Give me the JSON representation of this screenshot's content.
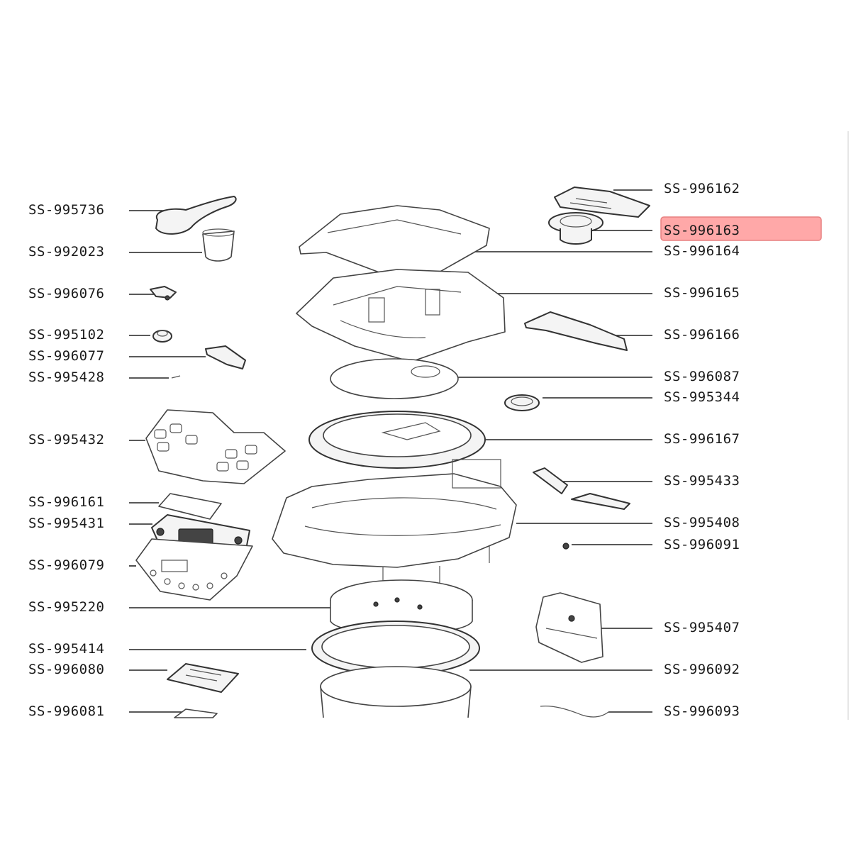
{
  "highlight_color": "#ff9a9a",
  "left_labels": [
    {
      "id": "l1",
      "code": "SS-995736"
    },
    {
      "id": "l2",
      "code": "SS-992023"
    },
    {
      "id": "l3",
      "code": "SS-996076"
    },
    {
      "id": "l4",
      "code": "SS-995102"
    },
    {
      "id": "l5",
      "code": "SS-996077"
    },
    {
      "id": "l6",
      "code": "SS-995428"
    },
    {
      "id": "l7",
      "code": "SS-995432"
    },
    {
      "id": "l8",
      "code": "SS-996161"
    },
    {
      "id": "l9",
      "code": "SS-995431"
    },
    {
      "id": "l10",
      "code": "SS-996079"
    },
    {
      "id": "l11",
      "code": "SS-995220"
    },
    {
      "id": "l12",
      "code": "SS-995414"
    },
    {
      "id": "l13",
      "code": "SS-996080"
    },
    {
      "id": "l14",
      "code": "SS-996081"
    }
  ],
  "right_labels": [
    {
      "id": "r1",
      "code": "SS-996162"
    },
    {
      "id": "r2",
      "code": "SS-996163",
      "highlighted": true
    },
    {
      "id": "r3",
      "code": "SS-996164"
    },
    {
      "id": "r4",
      "code": "SS-996165"
    },
    {
      "id": "r5",
      "code": "SS-996166"
    },
    {
      "id": "r6",
      "code": "SS-996087"
    },
    {
      "id": "r7",
      "code": "SS-995344"
    },
    {
      "id": "r8",
      "code": "SS-996167"
    },
    {
      "id": "r9",
      "code": "SS-995433"
    },
    {
      "id": "r10",
      "code": "SS-995408"
    },
    {
      "id": "r11",
      "code": "SS-996091"
    },
    {
      "id": "r12",
      "code": "SS-995407"
    },
    {
      "id": "r13",
      "code": "SS-996092"
    },
    {
      "id": "r14",
      "code": "SS-996093"
    }
  ]
}
